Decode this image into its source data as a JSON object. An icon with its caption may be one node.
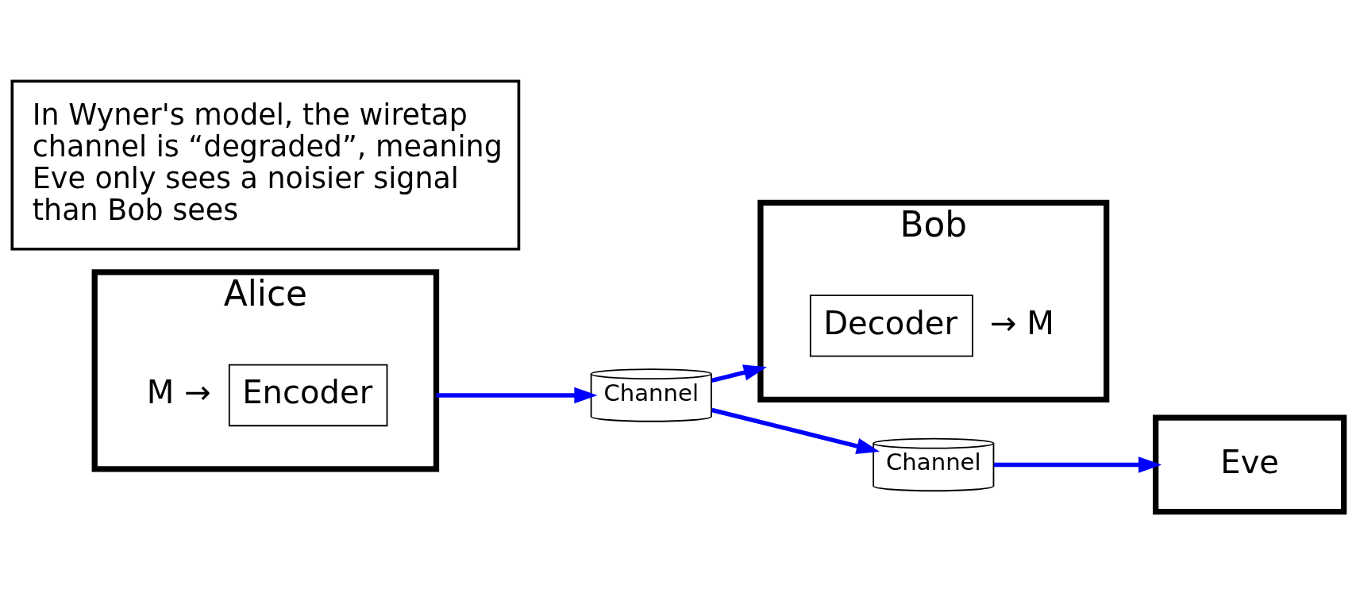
{
  "diagram": {
    "nodes": [
      {
        "text": [
          "Alice"
        ]
      },
      {
        "text": [
          "Encoder"
        ],
        "in": 0,
        "beside": [
          "M →"
        ]
      },
      {
        "text": [
          "Channel"
        ]
      },
      {
        "text": [
          "Bob"
        ]
      },
      {
        "text": [
          "Decoder"
        ],
        "in": 3,
        "beside": [
          "→ M"
        ]
      },
      {
        "text": [
          "Channel"
        ]
      },
      {
        "text": [
          "Eve"
        ]
      },
      {
        "text": [
          "In Wyner's model, the wiretap channel is “degraded”, meaning Eve only sees a noisier signal than Bob sees"
        ]
      }
    ],
    "edges": [
      {
        "from": 0,
        "to": 2,
        "arrow": "to"
      },
      {
        "from": 2,
        "to": 3,
        "arrow": "to"
      },
      {
        "from": 2,
        "to": 5,
        "arrow": "to"
      },
      {
        "from": 5,
        "to": 6,
        "arrow": "to"
      }
    ]
  }
}
